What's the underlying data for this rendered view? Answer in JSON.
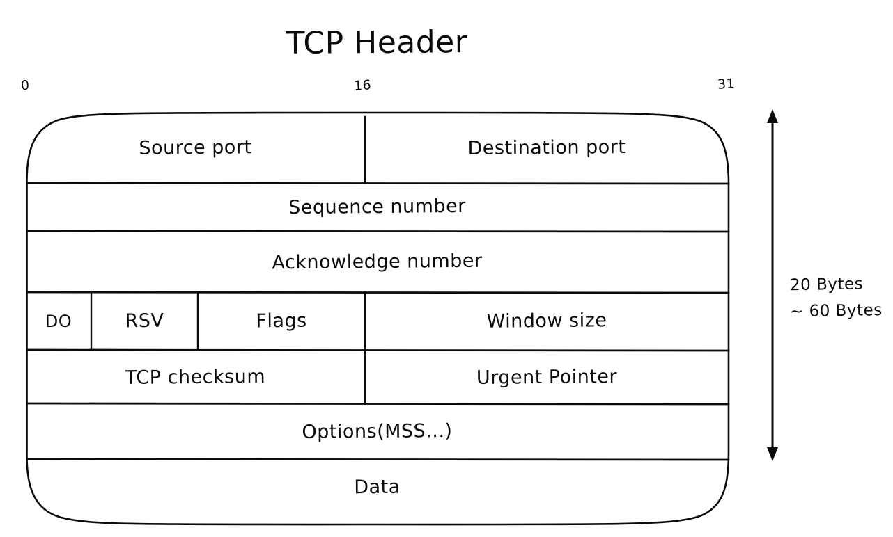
{
  "title": "TCP Header",
  "colors": {
    "ink": "#0b0b0b",
    "background": "#ffffff"
  },
  "bit_ruler": {
    "start": "0",
    "middle": "16",
    "end": "31"
  },
  "rows": [
    {
      "name": "ports-row",
      "cells": [
        {
          "label": "Source port"
        },
        {
          "label": "Destination port"
        }
      ]
    },
    {
      "name": "sequence-row",
      "cells": [
        {
          "label": "Sequence number"
        }
      ]
    },
    {
      "name": "acknowledge-row",
      "cells": [
        {
          "label": "Acknowledge number"
        }
      ]
    },
    {
      "name": "offset-flags-window-row",
      "cells": [
        {
          "label": "DO"
        },
        {
          "label": "RSV"
        },
        {
          "label": "Flags"
        },
        {
          "label": "Window size"
        }
      ]
    },
    {
      "name": "checksum-urgent-row",
      "cells": [
        {
          "label": "TCP checksum"
        },
        {
          "label": "Urgent Pointer"
        }
      ]
    },
    {
      "name": "options-row",
      "cells": [
        {
          "label": "Options(MSS...)"
        }
      ]
    },
    {
      "name": "data-row",
      "cells": [
        {
          "label": "Data"
        }
      ]
    }
  ],
  "size_annotation": {
    "line1": "20 Bytes",
    "line2": "~ 60 Bytes"
  },
  "icons": {
    "size_range_arrow": "double-headed-vertical-arrow"
  }
}
